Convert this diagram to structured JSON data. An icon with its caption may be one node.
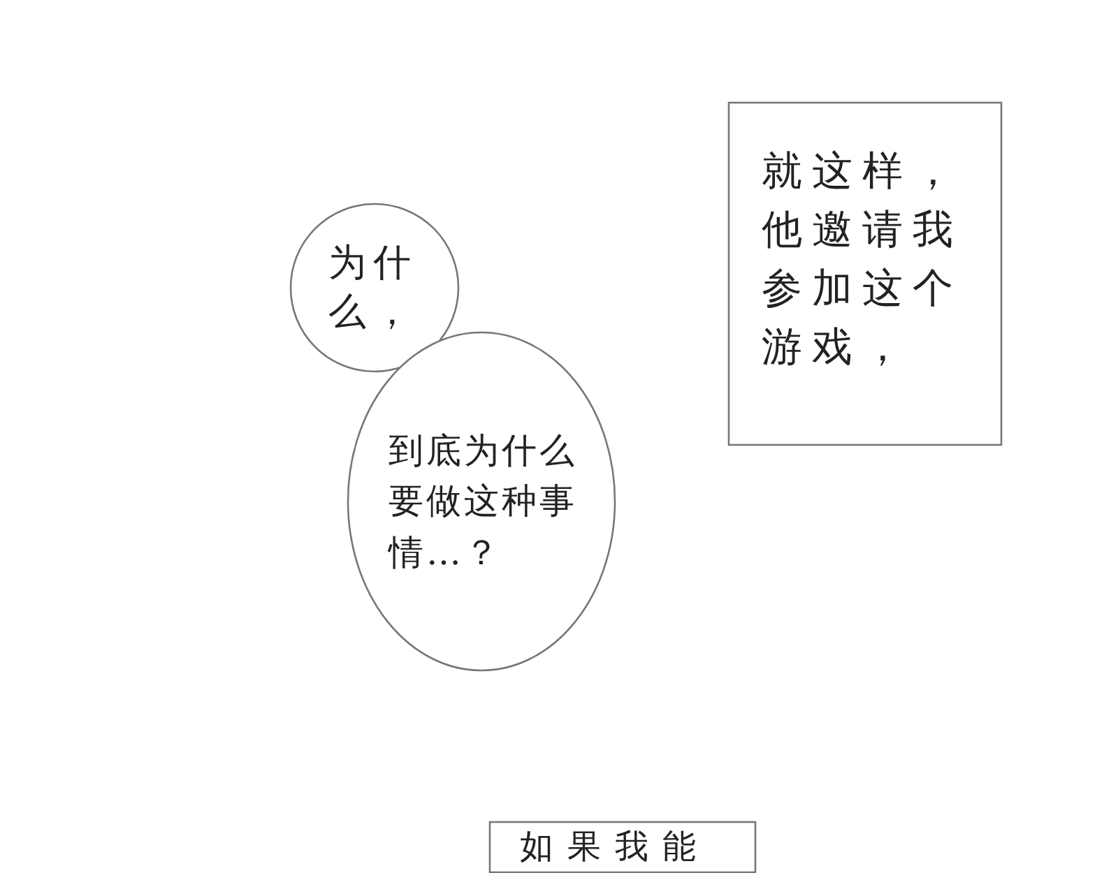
{
  "diagram": {
    "nodes": [
      {
        "text": [
          "就这样，他邀请我参加这个游戏，"
        ]
      },
      {
        "text": [
          "为什么，"
        ]
      },
      {
        "text": [
          "到底为什么要做这种事情…？"
        ]
      },
      {
        "text": [
          "如果我能"
        ]
      }
    ]
  }
}
